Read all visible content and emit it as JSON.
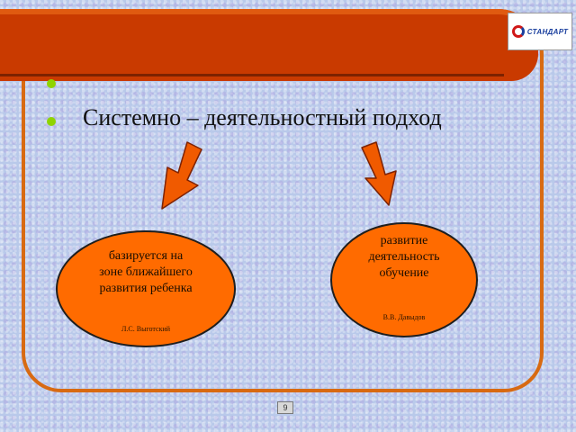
{
  "slide": {
    "heading": "Системно – деятельностный подход",
    "page_number": "9",
    "logo": {
      "text": "СТАНДАРТ",
      "icon": "standard-logo-icon"
    }
  },
  "left_ellipse": {
    "lines": [
      "базируется на",
      "зоне ближайшего",
      "развития ребенка"
    ],
    "author": "Л.С. Выготский"
  },
  "right_ellipse": {
    "lines": [
      "развитие",
      "деятельность",
      "обучение"
    ],
    "author": "В.В. Давыдов"
  },
  "colors": {
    "title_bar": "#c93a00",
    "frame": "#d86a12",
    "ellipse_fill": "#ff6b00",
    "arrow": "#f05a00",
    "bullet": "#8fd400",
    "background": "#b9c9ea"
  }
}
